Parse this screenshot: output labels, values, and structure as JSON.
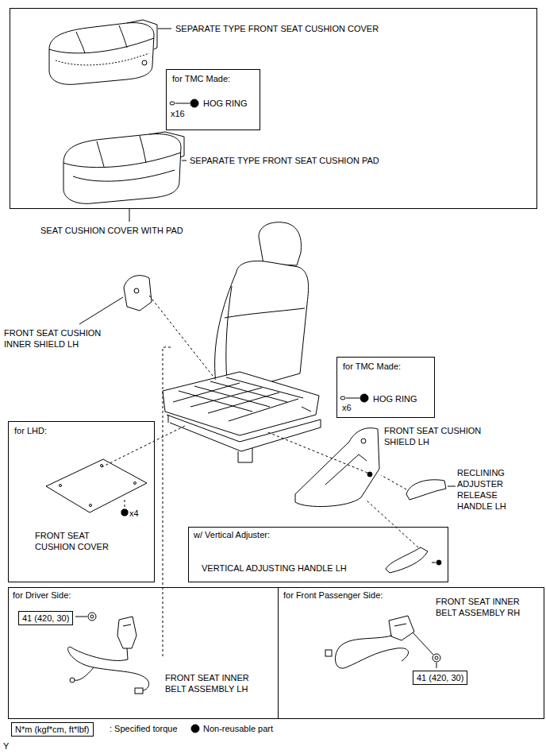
{
  "diagram": {
    "nodes": [
      {
        "text": [
          "SEPARATE TYPE FRONT SEAT CUSHION COVER",
          "SEPARATE TYPE FRONT SEAT CUSHION PAD",
          "SEAT CUSHION COVER WITH PAD"
        ]
      },
      {
        "text": [
          "for TMC Made:",
          "HOG RING",
          "x16"
        ],
        "in": 0
      },
      {
        "text": [
          "for TMC Made:",
          "HOG RING",
          "x6"
        ]
      },
      {
        "text": [
          "for LHD:",
          "x4",
          "FRONT SEAT CUSHION COVER"
        ]
      },
      {
        "text": [
          "w/ Vertical Adjuster:",
          "VERTICAL ADJUSTING HANDLE LH"
        ]
      },
      {
        "text": [
          "for Driver Side:",
          "FRONT SEAT INNER BELT ASSEMBLY LH"
        ]
      },
      {
        "text": [
          "41 (420, 30)"
        ],
        "in": 5
      },
      {
        "text": [
          "for Front Passenger Side:",
          "FRONT SEAT INNER BELT ASSEMBLY RH"
        ]
      },
      {
        "text": [
          "41 (420, 30)"
        ],
        "in": 7
      },
      {
        "text": [
          "N*m (kgf*cm, ft*lbf)"
        ]
      }
    ],
    "labels": [
      "FRONT SEAT CUSHION INNER SHIELD LH",
      "FRONT SEAT CUSHION SHIELD LH",
      "RECLINING ADJUSTER RELEASE HANDLE LH",
      "Y"
    ],
    "legend": [
      {
        "text": ": Specified torque"
      },
      {
        "text": "Non-reusable part"
      }
    ]
  }
}
